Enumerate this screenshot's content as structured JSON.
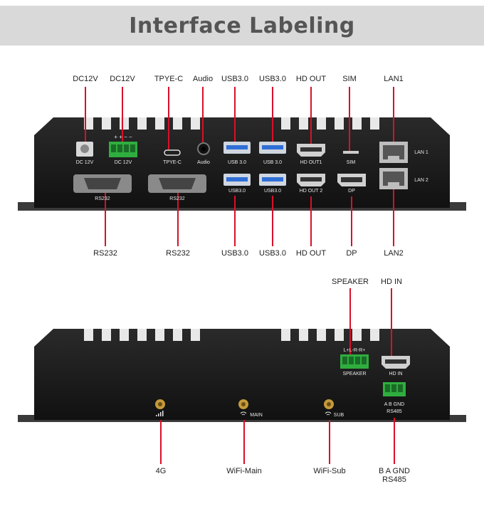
{
  "title": "Interface Labeling",
  "top_callouts": {
    "dc12v_a": "DC12V",
    "dc12v_b": "DC12V",
    "typec": "TPYE-C",
    "audio": "Audio",
    "usb3_a": "USB3.0",
    "usb3_b": "USB3.0",
    "hdout": "HD OUT",
    "sim": "SIM",
    "lan1": "LAN1"
  },
  "bottom_callouts": {
    "rs232_a": "RS232",
    "rs232_b": "RS232",
    "usb3_c": "USB3.0",
    "usb3_d": "USB3.0",
    "hdout2": "HD OUT",
    "dp": "DP",
    "lan2": "LAN2"
  },
  "front_panel_prints": {
    "dc": "DC 12V",
    "dc_terminal": "DC 12V",
    "dc_pins": "+ + − −",
    "typec": "TPYE-C",
    "audio": "Audio",
    "usb_a": "USB 3.0",
    "usb_b": "USB 3.0",
    "hd1": "HD  OUT1",
    "sim": "SIM",
    "lan1": "LAN 1",
    "rs232_a": "RS232",
    "rs232_b": "RS232",
    "usb_c": "USB3.0",
    "usb_d": "USB3.0",
    "hd2": "HD  OUT 2",
    "dp": "DP",
    "lan2": "LAN 2"
  },
  "rear_callouts": {
    "speaker": "SPEAKER",
    "hdin": "HD IN",
    "lte": "4G",
    "wifi_main": "WiFi-Main",
    "wifi_sub": "WiFi-Sub",
    "rs485_pins": "B  A  GND",
    "rs485": "RS485"
  },
  "rear_panel_prints": {
    "speaker_pins": "L+L-R-R+",
    "speaker": "SPEAKER",
    "hdin": "HD IN",
    "rs485_pins": "A  B  GND",
    "rs485": "RS485",
    "main": "MAIN",
    "sub": "SUB"
  },
  "colors": {
    "leader_line": "#d8102a",
    "enclosure": "#1c1c1c",
    "terminal_green": "#2fae3f",
    "usb_blue": "#2f6fd6",
    "antenna_gold": "#c69a3a"
  },
  "icons": [
    "signal-bars-icon",
    "wifi-icon"
  ]
}
